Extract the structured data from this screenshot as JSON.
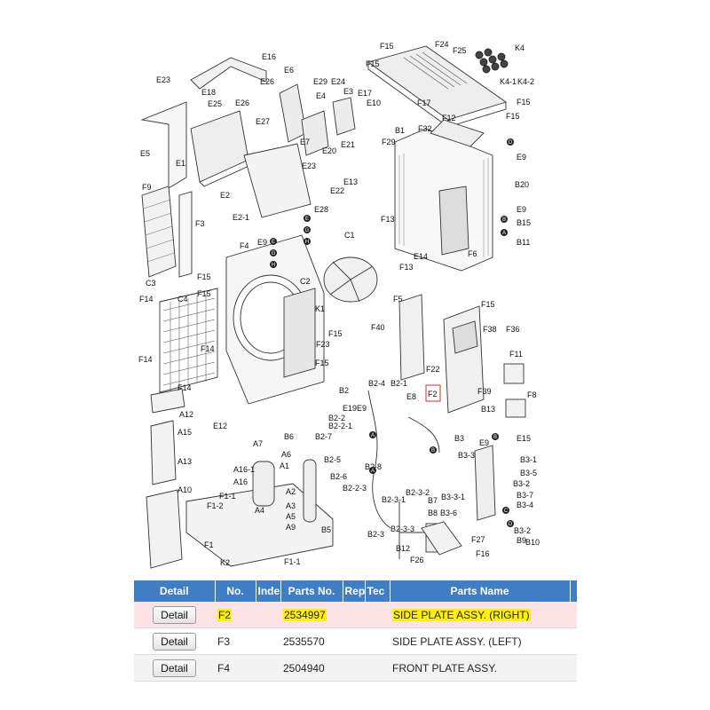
{
  "diagram": {
    "labels": {
      "top_left": [
        "E16",
        "E23",
        "E26",
        "E6",
        "E29",
        "E24",
        "E4",
        "E3",
        "E17",
        "E18",
        "E25",
        "E26",
        "E10",
        "E27",
        "E5",
        "E1",
        "E7",
        "E20",
        "E21",
        "E23",
        "E2",
        "E22",
        "E13",
        "E28",
        "E2-1",
        "E9"
      ],
      "top_right": [
        "F15",
        "F24",
        "F25",
        "K4",
        "F15",
        "K4-1",
        "K4-2",
        "F15",
        "F17",
        "F15",
        "F12",
        "B1",
        "F32",
        "F29",
        "E9",
        "B20",
        "E9",
        "B15",
        "F13",
        "B11",
        "F13",
        "E14",
        "F6"
      ],
      "middle": [
        "F9",
        "F3",
        "F4",
        "C1",
        "C3",
        "F15",
        "F15",
        "C2",
        "K1",
        "F14",
        "C4",
        "F15",
        "F23",
        "F14",
        "F5",
        "F40",
        "F15",
        "F38",
        "F36",
        "F14",
        "F15",
        "F11",
        "F22",
        "F2",
        "F39",
        "F8",
        "F14"
      ],
      "bottom_left": [
        "A12",
        "A15",
        "E12",
        "A7",
        "B6",
        "A6",
        "A1",
        "A13",
        "A16-1",
        "A16",
        "F1-1",
        "A2",
        "F1-2",
        "A4",
        "A3",
        "A5",
        "A9",
        "A10",
        "B5",
        "F1",
        "K2",
        "F1-1"
      ],
      "bottom_right": [
        "B2",
        "B2-4",
        "B2-1",
        "E19",
        "E9",
        "E8",
        "B2-2",
        "B2-2-1",
        "B13",
        "B2-7",
        "B3",
        "E9",
        "E15",
        "B3-3",
        "B3-1",
        "B2-5",
        "B2-8",
        "B3-5",
        "B2-6",
        "B2-2-3",
        "B3-2",
        "B3-3-1",
        "B2-3-2",
        "B7",
        "B3-7",
        "B2-3-1",
        "B8",
        "B3-6",
        "B3-4",
        "B2-3",
        "B2-3-3",
        "F27",
        "B3-2",
        "B9",
        "B10",
        "B12",
        "F16",
        "F26"
      ],
      "markers": [
        "E",
        "G",
        "H",
        "E",
        "G",
        "H",
        "A",
        "B",
        "A",
        "D",
        "B",
        "A",
        "B",
        "C",
        "D"
      ]
    },
    "highlighted_label": "F2"
  },
  "table": {
    "headers": {
      "detail": "Detail",
      "no": "No.",
      "index": "Inde",
      "parts_no": "Parts No.",
      "rep": "Rep",
      "tec": "Tec",
      "parts_name": "Parts Name"
    },
    "rows": [
      {
        "button": "Detail",
        "no": "F2",
        "index": "",
        "parts_no": "2534997",
        "rep": "",
        "tec": "",
        "parts_name": "SIDE PLATE ASSY. (RIGHT)"
      },
      {
        "button": "Detail",
        "no": "F3",
        "index": "",
        "parts_no": "2535570",
        "rep": "",
        "tec": "",
        "parts_name": "SIDE PLATE ASSY. (LEFT)"
      },
      {
        "button": "Detail",
        "no": "F4",
        "index": "",
        "parts_no": "2504940",
        "rep": "",
        "tec": "",
        "parts_name": "FRONT PLATE ASSY."
      }
    ]
  },
  "colors": {
    "header_bg": "#3f7dc4",
    "highlight_row": "#fde3e5",
    "alt_row": "#f3f3f3",
    "text_highlight": "#fff200",
    "callout_box": "#e05050"
  }
}
